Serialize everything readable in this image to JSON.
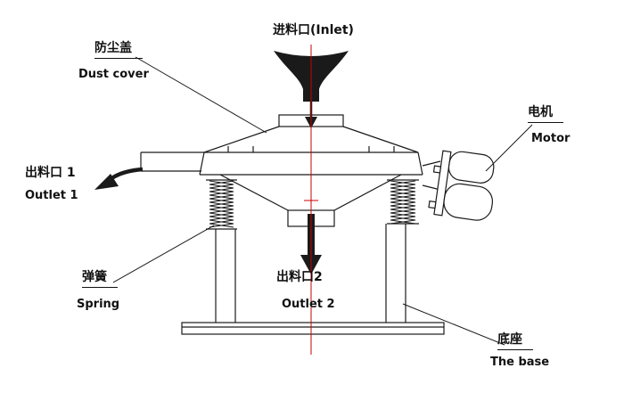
{
  "diagram": {
    "type": "vibrating-sieve-machine-schematic",
    "labels": {
      "inlet": "进料口(Inlet)",
      "dust_cover_zh": "防尘盖",
      "dust_cover_en": "Dust cover",
      "outlet1_zh": "出料口 1",
      "outlet1_en": "Outlet 1",
      "motor_zh": "电机",
      "motor_en": "Motor",
      "spring_zh": "弹簧",
      "spring_en": "Spring",
      "outlet2_zh": "出料口2",
      "outlet2_en": "Outlet 2",
      "base_zh": "底座",
      "base_en": "The base"
    },
    "colors": {
      "line": "#1a1a1a",
      "centerline": "#cc0000",
      "background": "#ffffff"
    }
  }
}
